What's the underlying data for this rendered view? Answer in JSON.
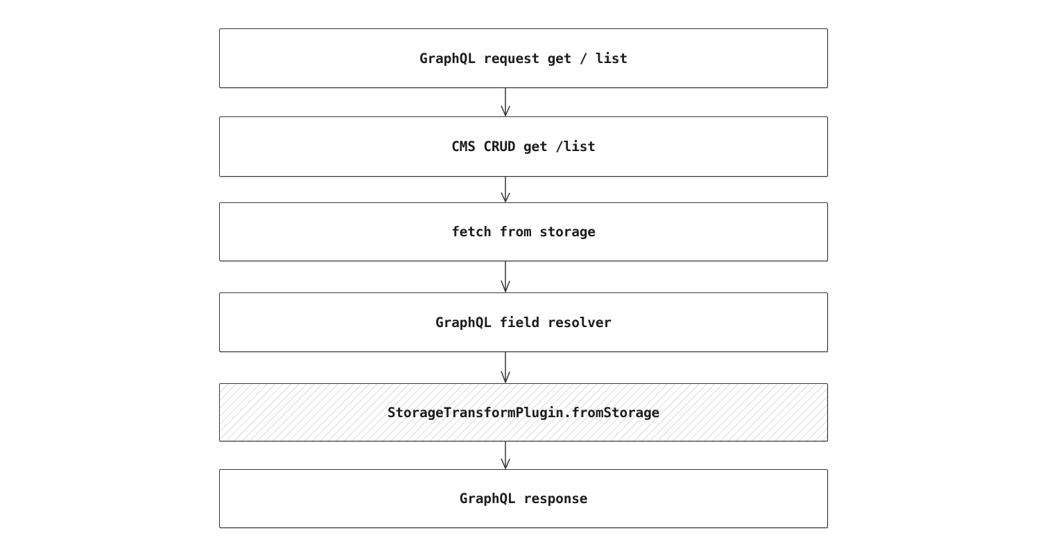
{
  "diagram": {
    "type": "flowchart",
    "direction": "top-to-bottom",
    "background_color": "#ffffff",
    "stroke_color": "#363636",
    "text_color": "#1d1d1d",
    "hatch_color": "#e3e3e6",
    "nodes": [
      {
        "id": "graphql-request",
        "label": "GraphQL request get / list",
        "fill": "white"
      },
      {
        "id": "cms-crud",
        "label": "CMS CRUD get /list",
        "fill": "white"
      },
      {
        "id": "fetch-from-storage",
        "label": "fetch from storage",
        "fill": "white"
      },
      {
        "id": "graphql-field-resolver",
        "label": "GraphQL field resolver",
        "fill": "white"
      },
      {
        "id": "storage-transform-plugin",
        "label": "StorageTransformPlugin.fromStorage",
        "fill": "hatched"
      },
      {
        "id": "graphql-response",
        "label": "GraphQL response",
        "fill": "white"
      }
    ],
    "edges": [
      {
        "from": "graphql-request",
        "to": "cms-crud"
      },
      {
        "from": "cms-crud",
        "to": "fetch-from-storage"
      },
      {
        "from": "fetch-from-storage",
        "to": "graphql-field-resolver"
      },
      {
        "from": "graphql-field-resolver",
        "to": "storage-transform-plugin"
      },
      {
        "from": "storage-transform-plugin",
        "to": "graphql-response"
      }
    ]
  }
}
